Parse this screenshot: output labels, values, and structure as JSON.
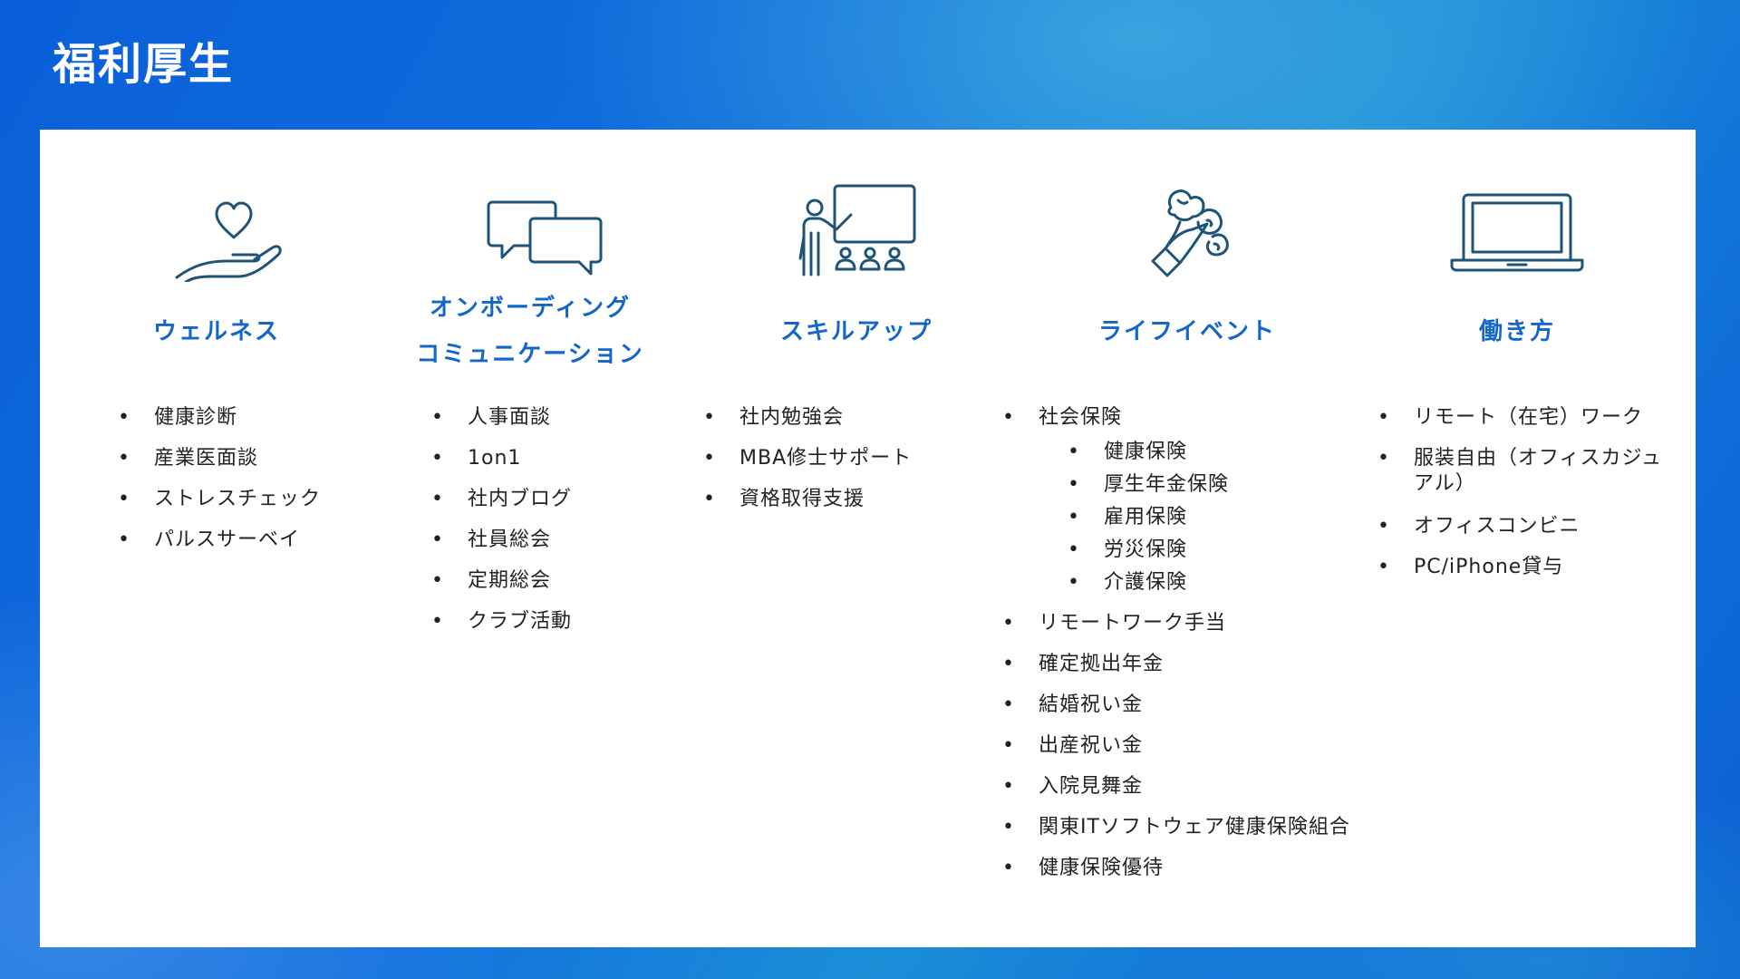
{
  "page": {
    "title": "福利厚生"
  },
  "columns": [
    {
      "id": "wellness",
      "icon": "heart-hand-icon",
      "title_lines": [
        "ウェルネス"
      ],
      "items": [
        "健康診断",
        "産業医面談",
        "ストレスチェック",
        "パルスサーベイ"
      ]
    },
    {
      "id": "onboarding",
      "icon": "chat-bubbles-icon",
      "title_lines": [
        "オンボーディング",
        "コミュニケーション"
      ],
      "items": [
        "人事面談",
        "1on1",
        "社内ブログ",
        "社員総会",
        "定期総会",
        "クラブ活動"
      ]
    },
    {
      "id": "skillup",
      "icon": "presentation-icon",
      "title_lines": [
        "スキルアップ"
      ],
      "items": [
        "社内勉強会",
        "MBA修士サポート",
        "資格取得支援"
      ]
    },
    {
      "id": "lifeevent",
      "icon": "bouquet-icon",
      "title_lines": [
        "ライフイベント"
      ],
      "items": [
        {
          "label": "社会保険",
          "sub": [
            "健康保険",
            "厚生年金保険",
            "雇用保険",
            "労災保険",
            "介護保険"
          ]
        },
        {
          "label": "リモートワーク手当"
        },
        {
          "label": "確定拠出年金"
        },
        {
          "label": "結婚祝い金"
        },
        {
          "label": "出産祝い金"
        },
        {
          "label": "入院見舞金"
        },
        {
          "label": "関東ITソフトウェア健康保険組合"
        },
        {
          "label": "健康保険優待"
        }
      ]
    },
    {
      "id": "workstyle",
      "icon": "laptop-icon",
      "title_lines": [
        "働き方"
      ],
      "items": [
        "リモート（在宅）ワーク",
        "服装自由（オフィスカジュアル）",
        "オフィスコンビニ",
        "PC/iPhone貸与"
      ]
    }
  ],
  "colors": {
    "accent": "#1467c8",
    "icon_stroke": "#1d5478",
    "panel": "#ffffff",
    "body_text": "#222222"
  }
}
